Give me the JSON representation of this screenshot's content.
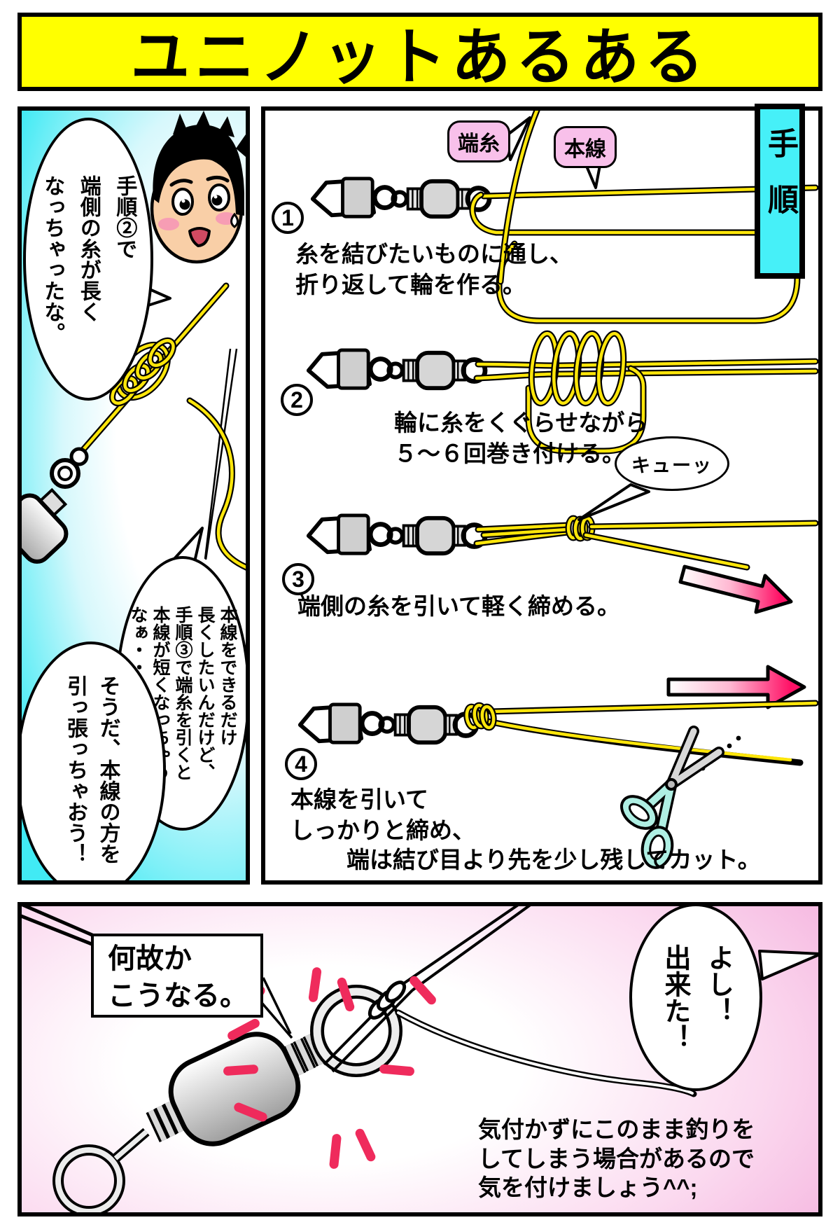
{
  "title": "ユニノットあるある",
  "colors": {
    "banner_bg": "#FFFF00",
    "tab_bg": "#46F0F8",
    "label_bg": "#F8C0EA",
    "line_yellow": "#FFE60A",
    "dash_red": "#EF2B5C",
    "panel_cyan": "#41EAF4",
    "panel_pink": "#F2A3D7",
    "arrow_pink": "#FF1166"
  },
  "panel_intro": {
    "bubble_step2_long": "手順②で\n端側の糸が長く\nなっちゃったな。",
    "bubble_mainline": "本線をできるだけ\n長くしたいんだけど、\n手順③で端糸を引くと\n本線が短くなっちゃう\nなぁ・・・。",
    "bubble_pull": "そうだ、本線の方を\n引っ張っちゃおう！"
  },
  "procedure": {
    "tab": "手順",
    "labels": {
      "tag_end": "端糸",
      "main_line": "本線"
    },
    "steps": [
      {
        "num": "1",
        "caption": "糸を結びたいものに通し、\n折り返して輪を作る。"
      },
      {
        "num": "2",
        "caption": "輪に糸をくぐらせながら\n５〜６回巻き付ける。"
      },
      {
        "num": "3",
        "caption": "端側の糸を引いて軽く締める。",
        "sfx": "キューッ"
      },
      {
        "num": "4",
        "caption": "本線を引いて\nしっかりと締め、",
        "caption2": "端は結び目より先を少し残してカット。"
      }
    ]
  },
  "panel_result": {
    "caption_box": "何故か\nこうなる。",
    "bubble_done": "よし！\n出来た！",
    "note": "気付かずにこのまま釣りを\nしてしまう場合があるので\n気を付けましょう^^;"
  }
}
